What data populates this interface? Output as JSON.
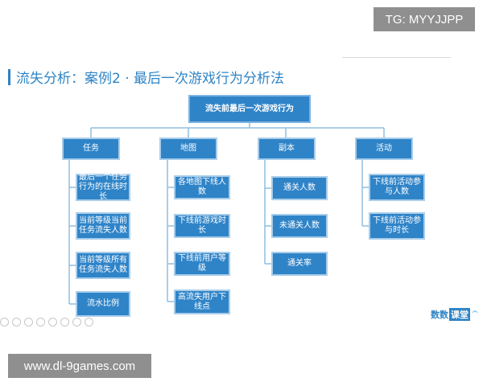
{
  "watermarks": {
    "top": "TG: MYYJJPP",
    "bottom": "www.dl-9games.com"
  },
  "slide": {
    "title": "流失分析：案例2 · 最后一次游戏行为分析法"
  },
  "diagram": {
    "root": "流失前最后一次游戏行为",
    "categories": [
      {
        "label": "任务",
        "items": [
          "最后一个任务行为的在线时长",
          "当前等级当前任务流失人数",
          "当前等级所有任务流失人数",
          "流水比例"
        ]
      },
      {
        "label": "地图",
        "items": [
          "各地图下线人数",
          "下线前游戏时长",
          "下线前用户等级",
          "高流失用户下线点"
        ]
      },
      {
        "label": "副本",
        "items": [
          "通关人数",
          "未通关人数",
          "通关率"
        ]
      },
      {
        "label": "活动",
        "items": [
          "下线前活动参与人数",
          "下线前活动参与时长"
        ]
      }
    ]
  },
  "brand": {
    "part1": "数数",
    "part2": "课堂"
  },
  "colors": {
    "box_fill": "#2f84c8",
    "box_border": "#a9cdea",
    "title": "#2e84c6",
    "connector": "#8fbfdf"
  }
}
